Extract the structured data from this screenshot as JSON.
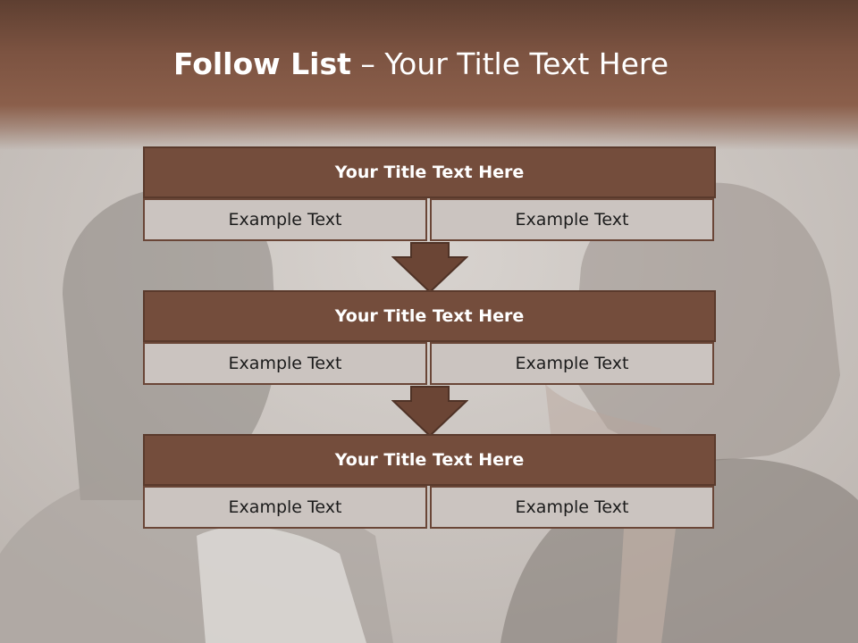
{
  "slide": {
    "title_bold": "Follow List",
    "title_rest": " – Your Title Text Here"
  },
  "steps": [
    {
      "title": "Your Title Text Here",
      "left": "Example Text",
      "right": "Example Text"
    },
    {
      "title": "Your Title Text Here",
      "left": "Example Text",
      "right": "Example Text"
    },
    {
      "title": "Your Title Text Here",
      "left": "Example Text",
      "right": "Example Text"
    }
  ],
  "colors": {
    "header": "#8b5f4b",
    "box_title": "#744d3c",
    "box_cell": "#cbc4c0",
    "arrow": "#6b4535"
  }
}
